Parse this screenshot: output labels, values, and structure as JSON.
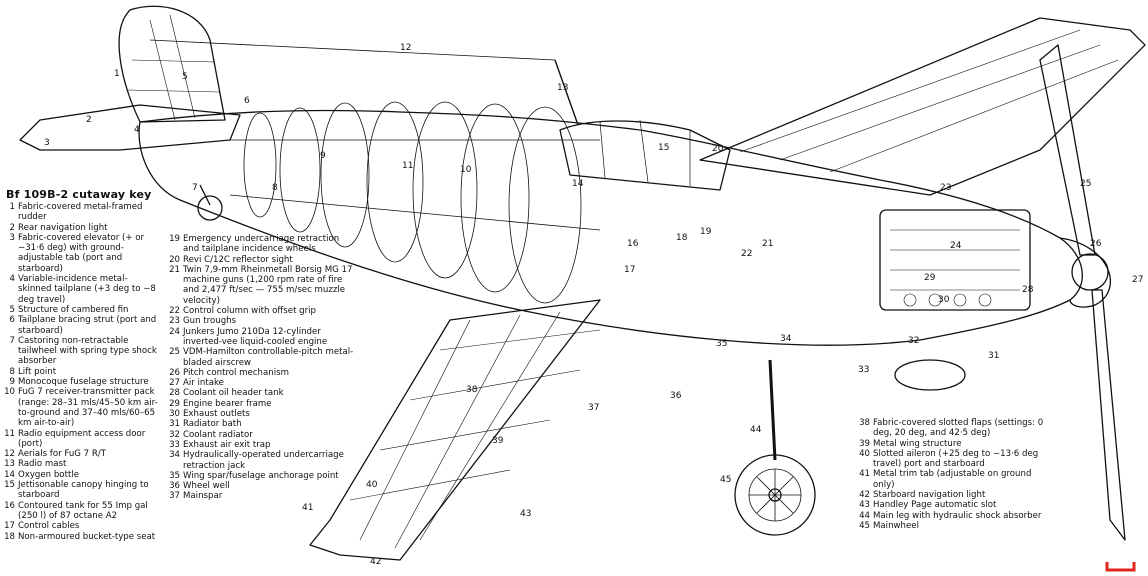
{
  "title": "Bf 109B-2 cutaway key",
  "key": [
    {
      "n": "1",
      "t": "Fabric-covered metal-framed rudder"
    },
    {
      "n": "2",
      "t": "Rear navigation light"
    },
    {
      "n": "3",
      "t": "Fabric-covered elevator (+ or −31·6 deg) with ground-adjustable tab (port and starboard)"
    },
    {
      "n": "4",
      "t": "Variable-incidence metal-skinned tailplane (+3 deg to −8 deg travel)"
    },
    {
      "n": "5",
      "t": "Structure of cambered fin"
    },
    {
      "n": "6",
      "t": "Tailplane bracing strut (port and starboard)"
    },
    {
      "n": "7",
      "t": "Castoring non-retractable tailwheel with spring type shock absorber"
    },
    {
      "n": "8",
      "t": "Lift point"
    },
    {
      "n": "9",
      "t": "Monocoque fuselage structure"
    },
    {
      "n": "10",
      "t": "FuG 7 receiver-transmitter pack (range: 28–31 mls/45–50 km air-to-ground and 37–40 mls/60–65 km air-to-air)"
    },
    {
      "n": "11",
      "t": "Radio equipment access door (port)"
    },
    {
      "n": "12",
      "t": "Aerials for FuG 7 R/T"
    },
    {
      "n": "13",
      "t": "Radio mast"
    },
    {
      "n": "14",
      "t": "Oxygen bottle"
    },
    {
      "n": "15",
      "t": "Jettisonable canopy hinging to starboard"
    },
    {
      "n": "16",
      "t": "Contoured tank for 55 Imp gal (250 l) of 87 octane A2"
    },
    {
      "n": "17",
      "t": "Control cables"
    },
    {
      "n": "18",
      "t": "Non-armoured bucket-type seat"
    },
    {
      "n": "19",
      "t": "Emergency undercarriage retraction and tailplane incidence wheels"
    },
    {
      "n": "20",
      "t": "Revi C/12C reflector sight"
    },
    {
      "n": "21",
      "t": "Twin 7,9-mm Rheinmetall Borsig MG 17 machine guns (1,200 rpm rate of fire and 2,477 ft/sec — 755 m/sec muzzle velocity)"
    },
    {
      "n": "22",
      "t": "Control column with offset grip"
    },
    {
      "n": "23",
      "t": "Gun troughs"
    },
    {
      "n": "24",
      "t": "Junkers Jumo 210Da 12-cylinder inverted-vee liquid-cooled engine"
    },
    {
      "n": "25",
      "t": "VDM-Hamilton controllable-pitch metal-bladed airscrew"
    },
    {
      "n": "26",
      "t": "Pitch control mechanism"
    },
    {
      "n": "27",
      "t": "Air intake"
    },
    {
      "n": "28",
      "t": "Coolant oil header tank"
    },
    {
      "n": "29",
      "t": "Engine bearer frame"
    },
    {
      "n": "30",
      "t": "Exhaust outlets"
    },
    {
      "n": "31",
      "t": "Radiator bath"
    },
    {
      "n": "32",
      "t": "Coolant radiator"
    },
    {
      "n": "33",
      "t": "Exhaust air exit trap"
    },
    {
      "n": "34",
      "t": "Hydraulically-operated undercarriage retraction jack"
    },
    {
      "n": "35",
      "t": "Wing spar/fuselage anchorage point"
    },
    {
      "n": "36",
      "t": "Wheel well"
    },
    {
      "n": "37",
      "t": "Mainspar"
    },
    {
      "n": "38",
      "t": "Fabric-covered slotted flaps (settings: 0 deg, 20 deg, and 42·5 deg)"
    },
    {
      "n": "39",
      "t": "Metal wing structure"
    },
    {
      "n": "40",
      "t": "Slotted aileron (+25 deg to −13·6 deg travel) port and starboard"
    },
    {
      "n": "41",
      "t": "Metal trim tab (adjustable on ground only)"
    },
    {
      "n": "42",
      "t": "Starboard navigation light"
    },
    {
      "n": "43",
      "t": "Handley Page automatic slot"
    },
    {
      "n": "44",
      "t": "Main leg with hydraulic shock absorber"
    },
    {
      "n": "45",
      "t": "Mainwheel"
    }
  ],
  "callouts": [
    "1",
    "2",
    "3",
    "4",
    "5",
    "6",
    "7",
    "8",
    "9",
    "10",
    "11",
    "12",
    "13",
    "14",
    "15",
    "16",
    "17",
    "18",
    "19",
    "20",
    "21",
    "22",
    "23",
    "24",
    "25",
    "26",
    "27",
    "28",
    "29",
    "30",
    "31",
    "32",
    "33",
    "34",
    "35",
    "36",
    "37",
    "38",
    "39",
    "40",
    "41",
    "42",
    "43",
    "44",
    "45"
  ]
}
